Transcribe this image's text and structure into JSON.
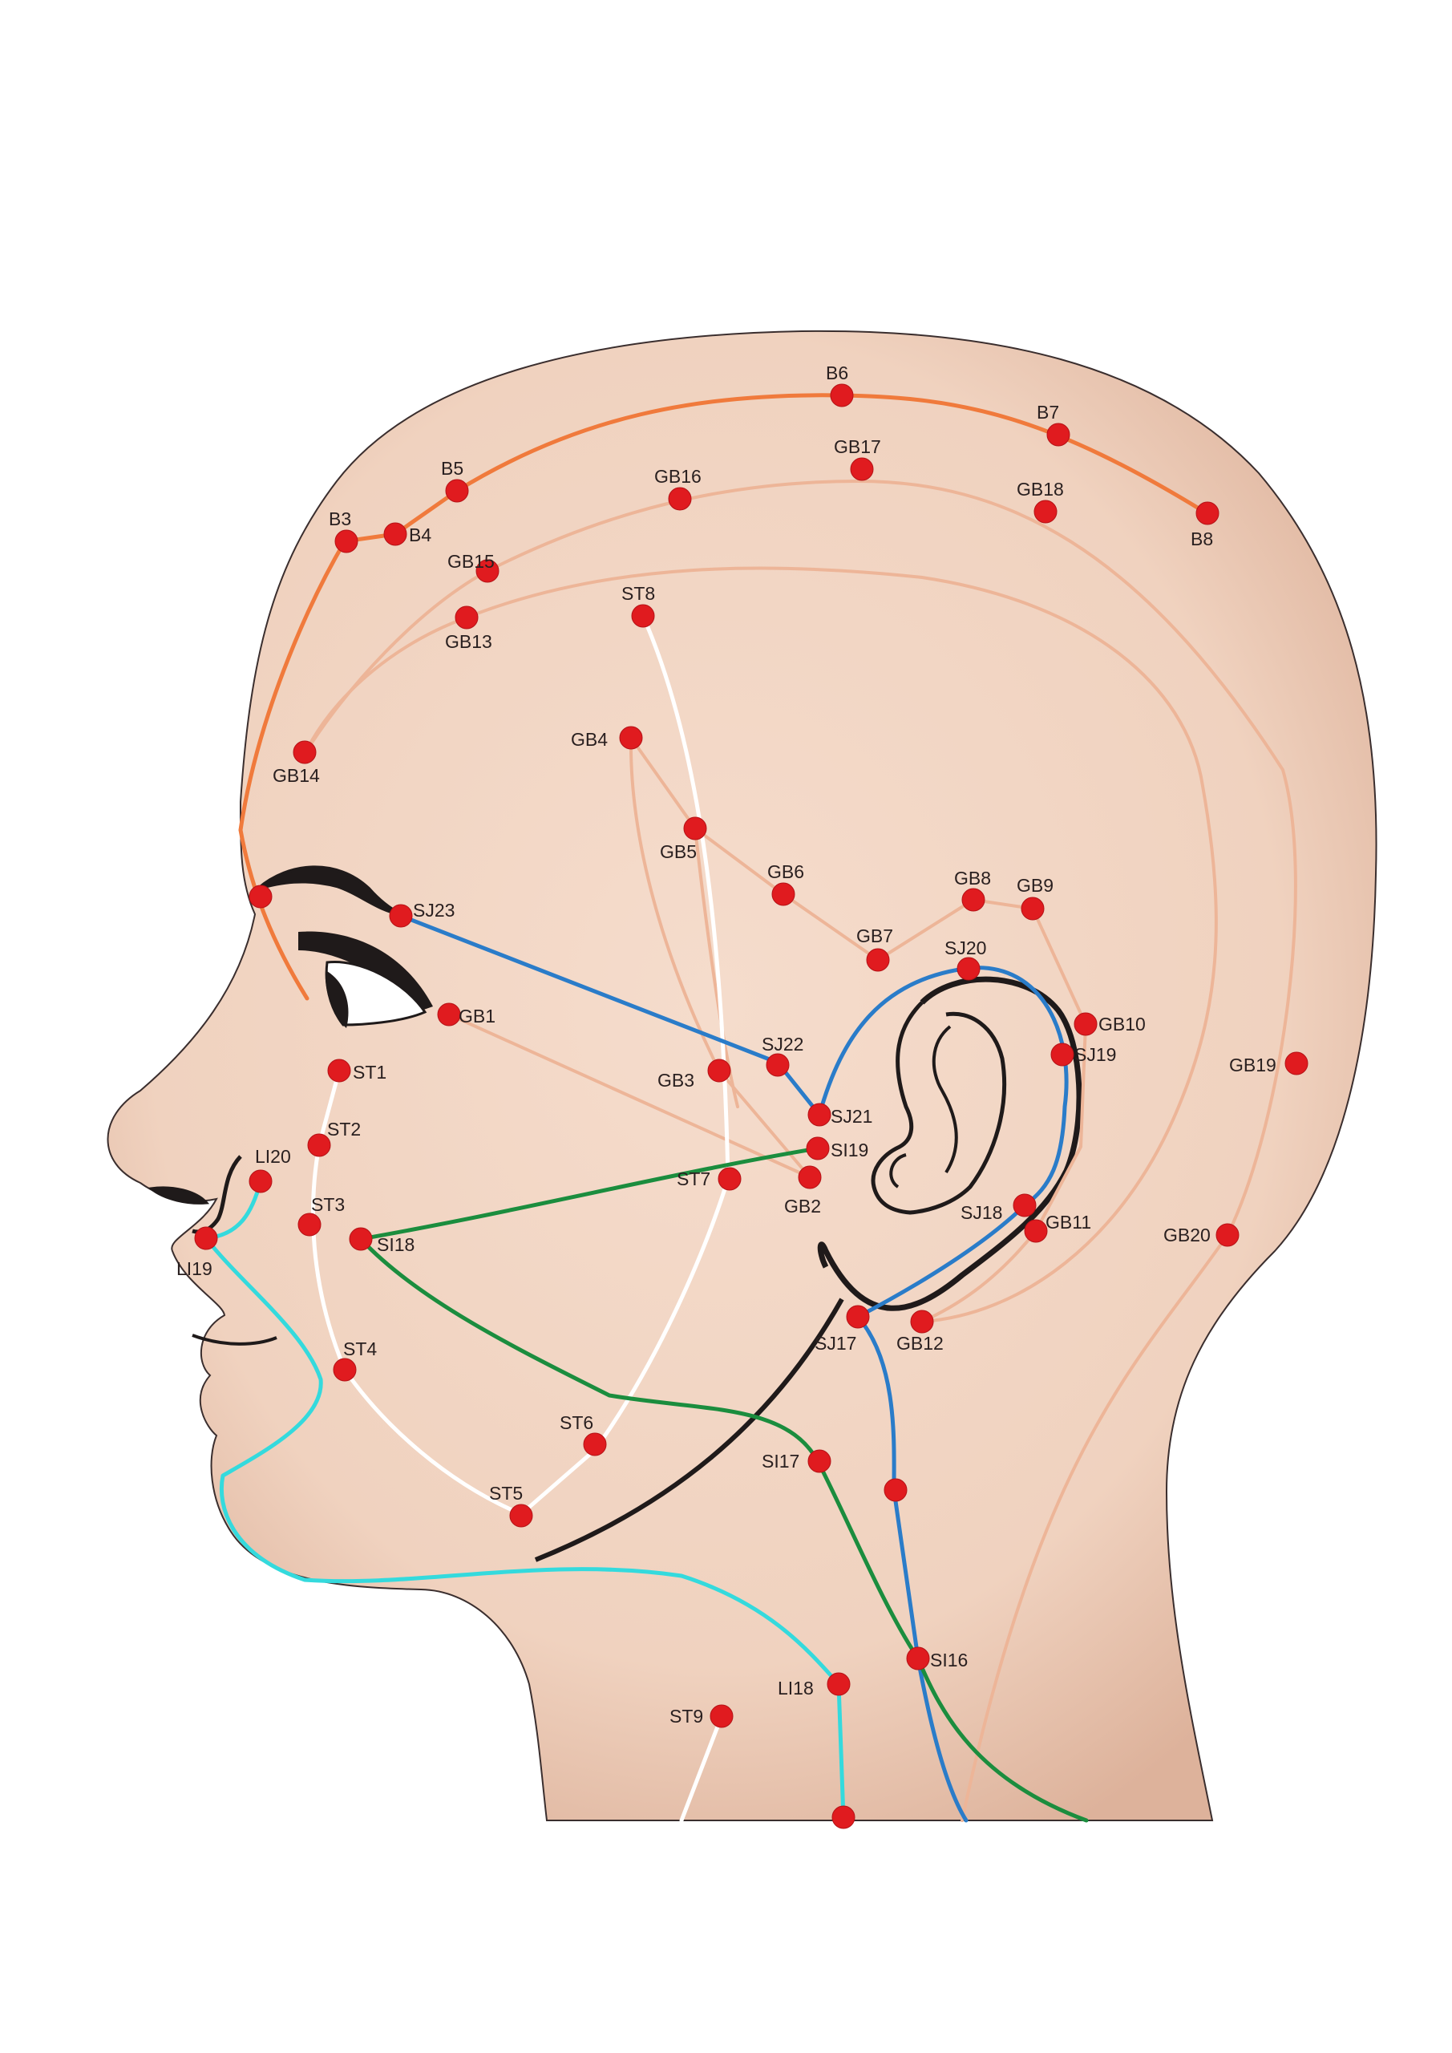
{
  "colors": {
    "skin": "#f2d5c2",
    "skin_edge": "#d7ab91",
    "outline": "#3a2e2e",
    "point": "#e01b1f",
    "bladder_meridian": "#f07a3c",
    "gallbladder_meridian": "#edb598",
    "stomach_meridian": "#ffffff",
    "sanjiao_meridian": "#2a7cc9",
    "small_intestine_meridian": "#1b8d3e",
    "large_intestine_meridian": "#34dadd"
  },
  "points": {
    "B3": "B3",
    "B4": "B4",
    "B5": "B5",
    "B6": "B6",
    "B7": "B7",
    "B8": "B8",
    "GB1": "GB1",
    "GB2": "GB2",
    "GB3": "GB3",
    "GB4": "GB4",
    "GB5": "GB5",
    "GB6": "GB6",
    "GB7": "GB7",
    "GB8": "GB8",
    "GB9": "GB9",
    "GB10": "GB10",
    "GB11": "GB11",
    "GB12": "GB12",
    "GB13": "GB13",
    "GB14": "GB14",
    "GB15": "GB15",
    "GB16": "GB16",
    "GB17": "GB17",
    "GB18": "GB18",
    "GB19": "GB19",
    "GB20": "GB20",
    "ST1": "ST1",
    "ST2": "ST2",
    "ST3": "ST3",
    "ST4": "ST4",
    "ST5": "ST5",
    "ST6": "ST6",
    "ST7": "ST7",
    "ST8": "ST8",
    "ST9": "ST9",
    "SJ17": "SJ17",
    "SJ18": "SJ18",
    "SJ19": "SJ19",
    "SJ20": "SJ20",
    "SJ21": "SJ21",
    "SJ22": "SJ22",
    "SJ23": "SJ23",
    "SI16": "SI16",
    "SI17": "SI17",
    "SI18": "SI18",
    "SI19": "SI19",
    "LI18": "LI18",
    "LI19": "LI19",
    "LI20": "LI20"
  }
}
